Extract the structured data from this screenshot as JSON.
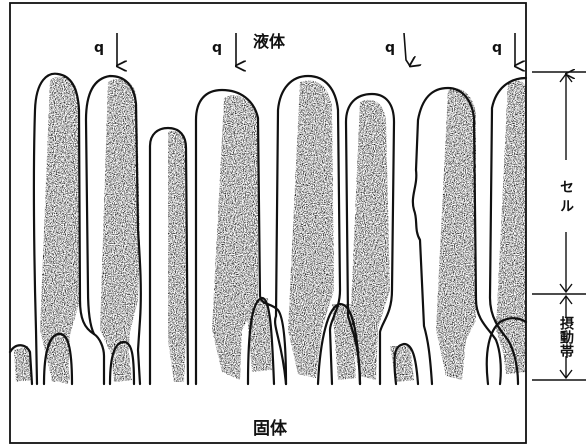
{
  "labels": {
    "liquid": "液体",
    "solid": "固体",
    "cell": "セ ル",
    "perturbation_zone": "摂動帯",
    "heat_flux": "q"
  },
  "heat_flux_arrows": [
    "q",
    "q",
    "q",
    "q"
  ]
}
